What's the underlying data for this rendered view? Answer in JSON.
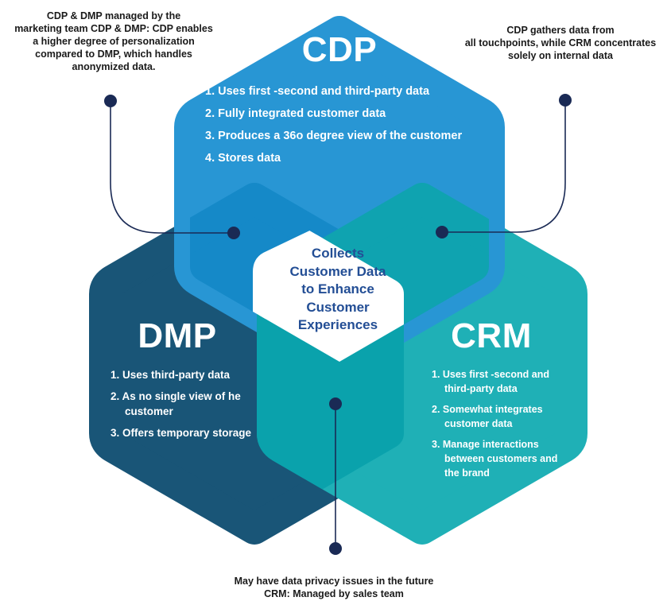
{
  "colors": {
    "cdp": "#2896d4",
    "dmp": "#195577",
    "crm": "#1fb0b6",
    "cdp_dmp_overlap": "#1589c8",
    "cdp_crm_overlap": "#0fa3b0",
    "dmp_crm_overlap": "#0aa2ac",
    "center": "#ffffff",
    "connector": "#1a2a55",
    "center_text": "#234e95",
    "note_text": "#1a1a1a"
  },
  "notes": {
    "top_left": [
      "CDP & DMP managed by the",
      "marketing team CDP & DMP: CDP enables",
      "a higher degree of personalization",
      "compared to DMP, which handles",
      "anonymized data."
    ],
    "top_right": [
      "CDP gathers data from",
      "all touchpoints, while CRM concentrates",
      "solely on internal data"
    ],
    "bottom": [
      "May have data privacy issues in the future",
      "CRM: Managed by sales team"
    ]
  },
  "cdp": {
    "title": "CDP",
    "items": [
      "1. Uses first -second and third-party data",
      "2. Fully integrated customer data",
      "3. Produces a 36o degree view of the customer",
      "4. Stores data"
    ]
  },
  "dmp": {
    "title": "DMP",
    "items": [
      "1. Uses third-party data",
      "2.  As no single view of he customer",
      "3. Offers temporary storage"
    ]
  },
  "crm": {
    "title": "CRM",
    "items": [
      "1.  Uses first -second and third-party data",
      "2. Somewhat integrates customer data",
      "3. Manage interactions between customers and the brand"
    ]
  },
  "center": {
    "lines": [
      "Collects",
      "Customer Data",
      "to Enhance",
      "Customer",
      "Experiences"
    ]
  }
}
